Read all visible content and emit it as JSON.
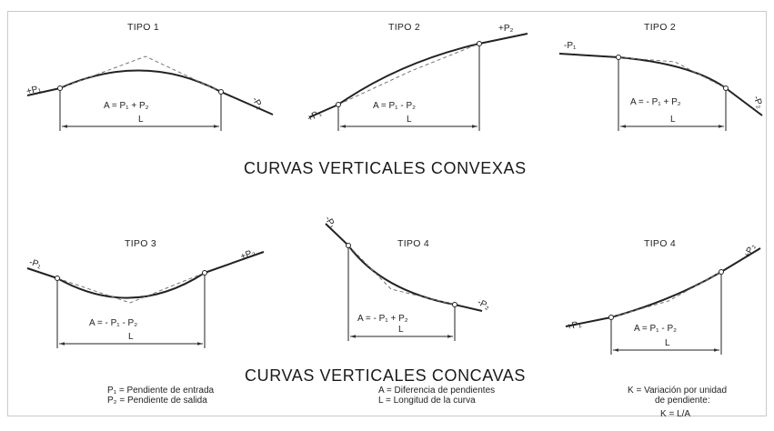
{
  "titles": {
    "t1": "TIPO 1",
    "t2a": "TIPO 2",
    "t2b": "TIPO 2",
    "t3": "TIPO 3",
    "t4a": "TIPO 4",
    "t4b": "TIPO 4"
  },
  "sections": {
    "convex": "CURVAS VERTICALES CONVEXAS",
    "concave": "CURVAS VERTICALES CONCAVAS"
  },
  "formulas": {
    "t1": "A = P₁ + P₂",
    "t2a": "A = P₁ - P₂",
    "t2b": "A = - P₁ + P₂",
    "t3": "A = - P₁ - P₂",
    "t4a": "A = - P₁ + P₂",
    "t4b": "A = P₁ - P₂"
  },
  "length_label": "L",
  "slopes": {
    "t1_in": "+P₁",
    "t1_out": "-P₂",
    "t2a_in": "+P₁",
    "t2a_out": "+P₂",
    "t2b_in": "-P₁",
    "t2b_out": "-P₂",
    "t3_in": "-P₁",
    "t3_out": "+P₂",
    "t4a_in": "-P₁",
    "t4a_out": "-P₂",
    "t4b_in": "+P₁",
    "t4b_out": "+P₂"
  },
  "legend": {
    "p1": "P₁ = Pendiente de entrada",
    "p2": "P₂ = Pendiente de salida",
    "a": "A = Diferencia de pendientes",
    "l": "L = Longitud de la curva",
    "k1": "K = Variación por unidad",
    "k2": "de pendiente:",
    "k_formula": "K = L/A"
  }
}
